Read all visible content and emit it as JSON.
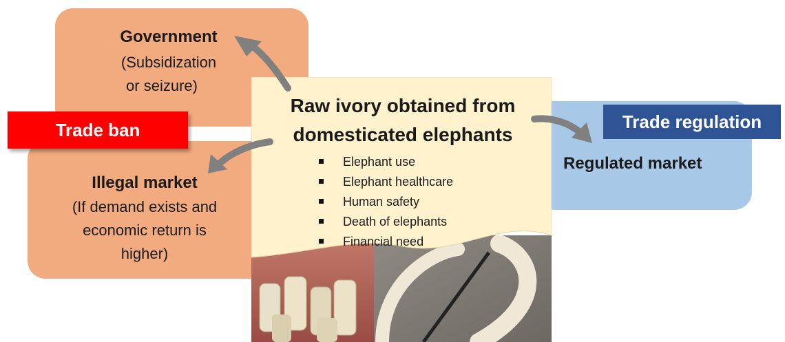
{
  "government": {
    "title": "Government",
    "subtitle_line1": "(Subsidization",
    "subtitle_line2": "or seizure)"
  },
  "trade_ban": {
    "label": "Trade ban"
  },
  "illegal_market": {
    "title": "Illegal market",
    "subtitle_line1": "(If demand exists and",
    "subtitle_line2": "economic return is",
    "subtitle_line3": "higher)"
  },
  "center": {
    "title_line1": "Raw ivory obtained from",
    "title_line2": "domesticated elephants",
    "bullets": [
      "Elephant use",
      "Elephant healthcare",
      "Human safety",
      "Death of elephants",
      "Financial need"
    ]
  },
  "trade_regulation": {
    "label": "Trade regulation"
  },
  "regulated_market": {
    "title": "Regulated market"
  },
  "colors": {
    "orange_box": "#f2ab7f",
    "blue_box": "#a8c8e8",
    "center_box": "#fff2cc",
    "trade_ban": "#ff0000",
    "trade_regulation": "#2f5496",
    "arrow": "#808080"
  }
}
